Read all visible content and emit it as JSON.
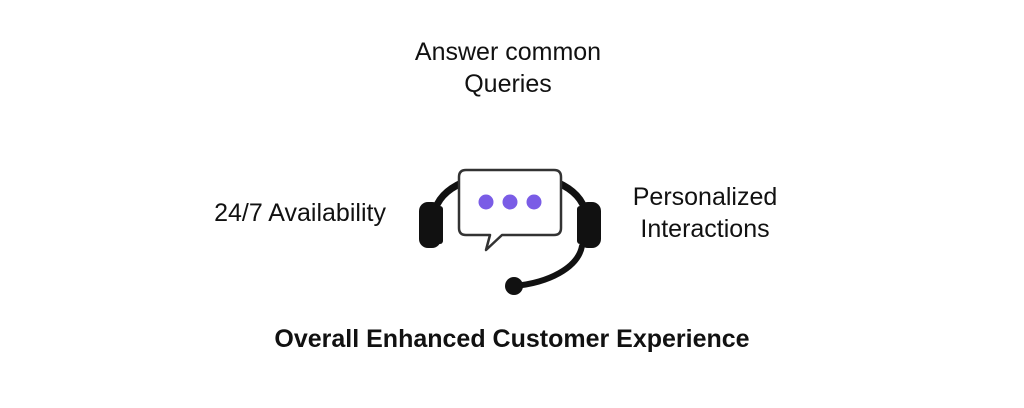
{
  "diagram": {
    "top_label": {
      "line1": "Answer common",
      "line2": "Queries"
    },
    "left_label": "24/7 Availability",
    "right_label": {
      "line1": "Personalized",
      "line2": "Interactions"
    },
    "footer_title": "Overall Enhanced Customer Experience",
    "colors": {
      "text": "#111111",
      "icon_stroke": "#111111",
      "bubble_stroke": "#333333",
      "dots": "#7a5ce6",
      "background": "#ffffff"
    },
    "icon": "headset-chat-icon"
  }
}
